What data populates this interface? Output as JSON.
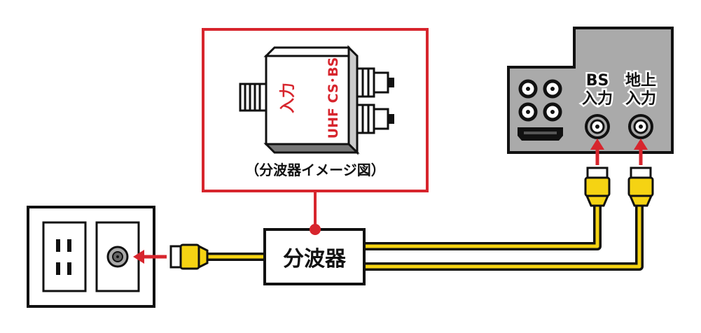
{
  "colors": {
    "outline": "#111111",
    "accent_red": "#d7252d",
    "cable_yellow": "#f5d313",
    "panel_gray": "#aaaaaa",
    "wall_white": "#ffffff"
  },
  "inset": {
    "caption": "（分波器イメージ図）",
    "port_labels": {
      "input": "入力",
      "outputs": "UHF CS･BS"
    }
  },
  "splitter": {
    "label": "分波器"
  },
  "tv_panel": {
    "ports": [
      {
        "label_top": "BS",
        "label_bottom": "入力"
      },
      {
        "label_top": "地上",
        "label_bottom": "入力"
      }
    ]
  },
  "wall_outlet": {
    "socket_icon": "power-socket-icon",
    "antenna_icon": "coax-jack-icon"
  }
}
